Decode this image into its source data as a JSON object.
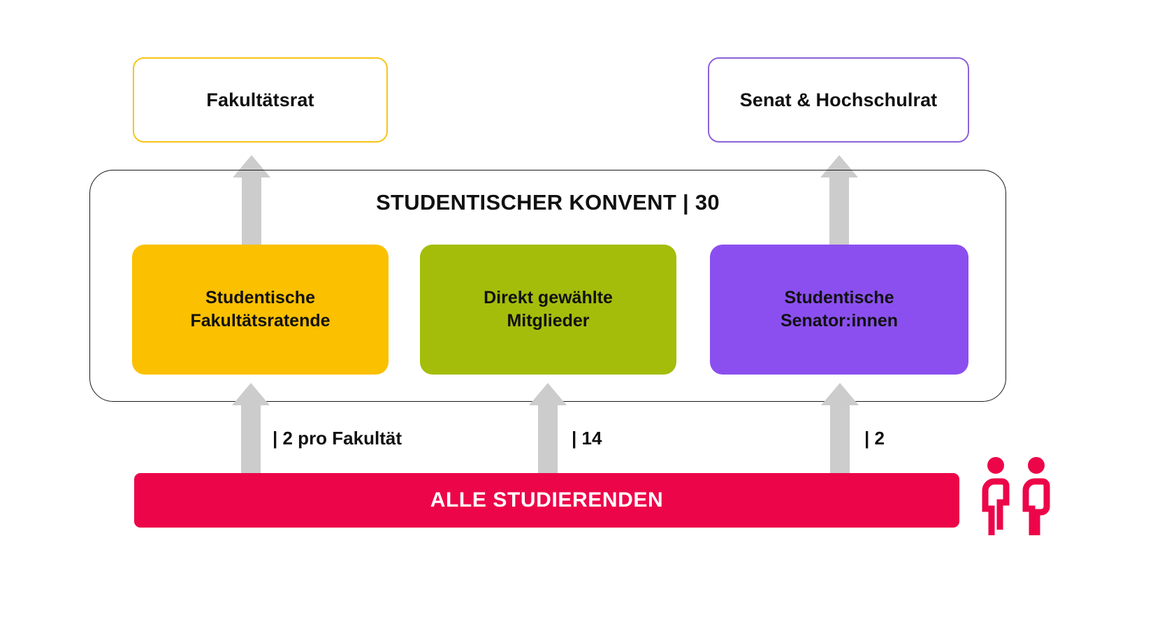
{
  "diagram": {
    "title": "STUDENTISCHER KONVENT | 30",
    "outcomes": [
      {
        "id": "fakultaetsrat",
        "label": "Fakultätsrat",
        "border_color": "#f5c518"
      },
      {
        "id": "senat_hochschulrat",
        "label": "Senat & Hochschulrat",
        "border_color": "#8c61d9"
      }
    ],
    "groups": [
      {
        "id": "studentische_fakultaetsratende",
        "label": "Studentische\nFakultätsratende",
        "line1": "Studentische",
        "line2": "Fakultätsratende",
        "color": "#fbc000"
      },
      {
        "id": "direkt_gewaehlte_mitglieder",
        "label": "Direkt gewählte\nMitglieder",
        "line1": "Direkt gewählte",
        "line2": "Mitglieder",
        "color": "#a4bd0b"
      },
      {
        "id": "studentische_senatorinnen",
        "label": "Studentische\nSenator:innen",
        "line1": "Studentische",
        "line2": "Senator:innen",
        "color": "#8b4ff0"
      }
    ],
    "flow_labels": [
      {
        "id": "to_fakultaetsratende",
        "text": "| 2 pro Fakultät"
      },
      {
        "id": "to_direkt_gewaehlte",
        "text": "| 14"
      },
      {
        "id": "to_senatorinnen",
        "text": "| 2"
      }
    ],
    "base": {
      "label": "ALLE STUDIERENDEN",
      "color": "#ec0649"
    },
    "icon": {
      "name": "two-people-icon",
      "color": "#ec0649"
    },
    "arrow_color": "#cccccc",
    "container_border_color": "#1a1a1a"
  }
}
